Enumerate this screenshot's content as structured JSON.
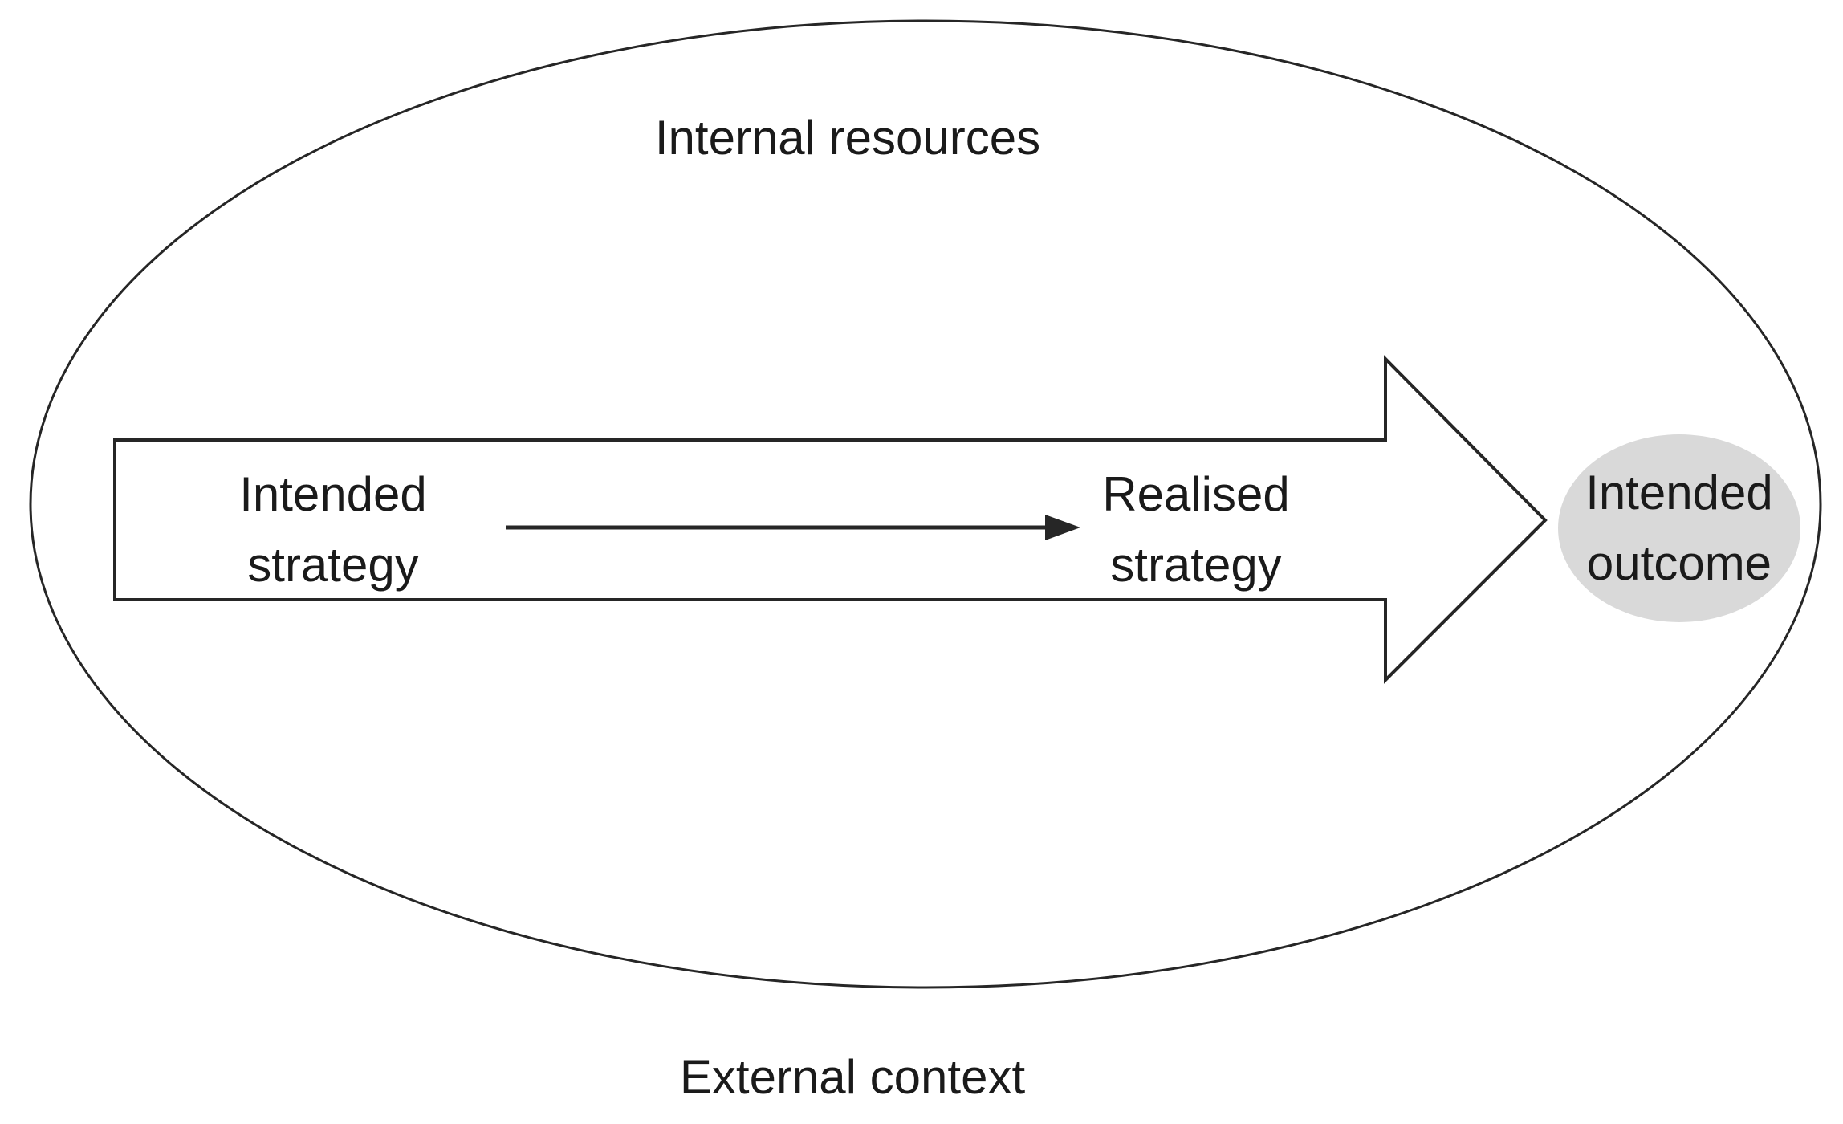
{
  "figure": {
    "title": "Intended strategy to intended outcome diagram",
    "colors": {
      "background": "#ffffff",
      "stroke": "#262626",
      "text": "#1a1a1a",
      "outcome_ellipse_fill": "#d9d9d9",
      "arrow_fill": "#ffffff"
    },
    "labels": {
      "internal_resources": "Internal resources",
      "external_context": "External context",
      "intended_strategy": {
        "line1": "Intended",
        "line2": "strategy"
      },
      "realised_strategy": {
        "line1": "Realised",
        "line2": "strategy"
      },
      "intended_outcome": {
        "line1": "Intended",
        "line2": "outcome"
      }
    }
  }
}
